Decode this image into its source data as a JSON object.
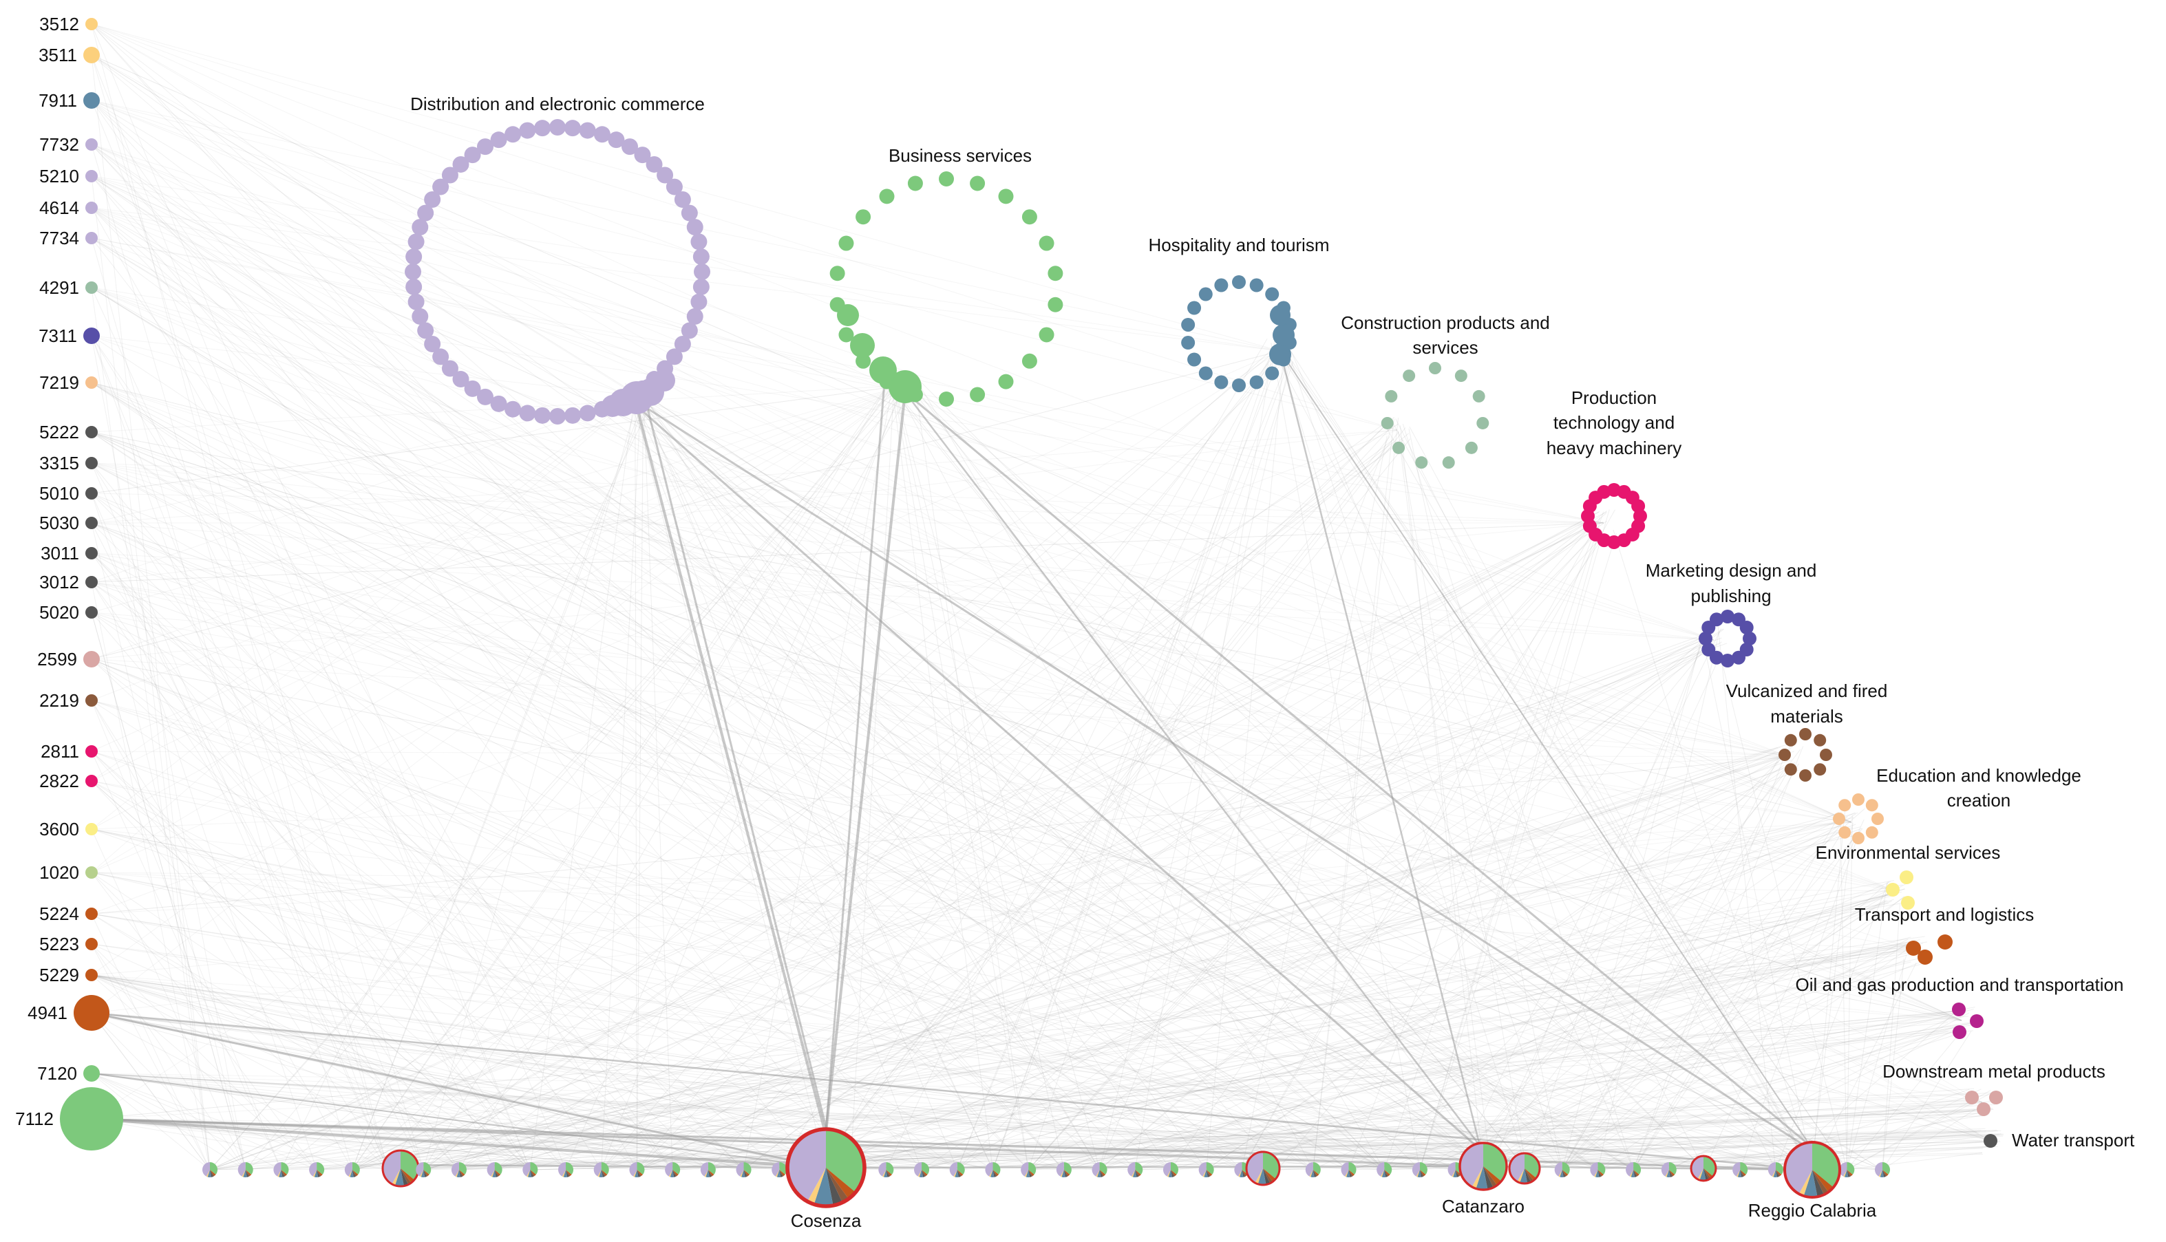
{
  "colors": {
    "distribution": "#bcaed6",
    "business": "#7dc97c",
    "hospitality": "#5f8aa6",
    "construction": "#99bfa5",
    "production": "#e7156e",
    "marketing": "#574fa8",
    "vulcanized": "#8b5a3c",
    "education": "#f6c08d",
    "environmental": "#fbee86",
    "transport": "#c2571a",
    "oilgas": "#b5228d",
    "metal": "#d9a6a4",
    "water": "#555555",
    "agri": "#b6d08c",
    "pale_orange": "#fcd07c",
    "edge": "#9a9a9a",
    "city_ring": "#d42a2a"
  },
  "left_nodes": [
    {
      "code": "3512",
      "color": "#fcd07c",
      "size": "s"
    },
    {
      "code": "3511",
      "color": "#fcd07c",
      "size": "m"
    },
    {
      "code": "7911",
      "color": "#5f8aa6",
      "size": "m"
    },
    {
      "code": "7732",
      "color": "#bcaed6",
      "size": "s"
    },
    {
      "code": "5210",
      "color": "#bcaed6",
      "size": "s"
    },
    {
      "code": "4614",
      "color": "#bcaed6",
      "size": "s"
    },
    {
      "code": "7734",
      "color": "#bcaed6",
      "size": "s"
    },
    {
      "code": "4291",
      "color": "#99bfa5",
      "size": "s"
    },
    {
      "code": "7311",
      "color": "#574fa8",
      "size": "m"
    },
    {
      "code": "7219",
      "color": "#f6c08d",
      "size": "s"
    },
    {
      "code": "5222",
      "color": "#555555",
      "size": "s"
    },
    {
      "code": "3315",
      "color": "#555555",
      "size": "s"
    },
    {
      "code": "5010",
      "color": "#555555",
      "size": "s"
    },
    {
      "code": "5030",
      "color": "#555555",
      "size": "s"
    },
    {
      "code": "3011",
      "color": "#555555",
      "size": "s"
    },
    {
      "code": "3012",
      "color": "#555555",
      "size": "s"
    },
    {
      "code": "5020",
      "color": "#555555",
      "size": "s"
    },
    {
      "code": "2599",
      "color": "#d9a6a4",
      "size": "m"
    },
    {
      "code": "2219",
      "color": "#8b5a3c",
      "size": "s"
    },
    {
      "code": "2811",
      "color": "#e7156e",
      "size": "s"
    },
    {
      "code": "2822",
      "color": "#e7156e",
      "size": "s"
    },
    {
      "code": "3600",
      "color": "#fbee86",
      "size": "s"
    },
    {
      "code": "1020",
      "color": "#b6d08c",
      "size": "s"
    },
    {
      "code": "5224",
      "color": "#c2571a",
      "size": "s"
    },
    {
      "code": "5223",
      "color": "#c2571a",
      "size": "s"
    },
    {
      "code": "5229",
      "color": "#c2571a",
      "size": "s"
    },
    {
      "code": "4941",
      "color": "#c2571a",
      "size": "l"
    },
    {
      "code": "7120",
      "color": "#7dc97c",
      "size": "m"
    },
    {
      "code": "7112",
      "color": "#7dc97c",
      "size": "xl"
    }
  ],
  "clusters": [
    {
      "key": "distribution",
      "label_lines": [
        "Distribution and electronic commerce"
      ],
      "color": "#bcaed6",
      "nodes": 60
    },
    {
      "key": "business",
      "label_lines": [
        "Business services"
      ],
      "color": "#7dc97c",
      "nodes": 22
    },
    {
      "key": "hospitality",
      "label_lines": [
        "Hospitality and tourism"
      ],
      "color": "#5f8aa6",
      "nodes": 18
    },
    {
      "key": "construction",
      "label_lines": [
        "Construction products and",
        "services"
      ],
      "color": "#99bfa5",
      "nodes": 11
    },
    {
      "key": "production",
      "label_lines": [
        "Production",
        "technology and",
        "heavy machinery"
      ],
      "color": "#e7156e",
      "nodes": 16
    },
    {
      "key": "marketing",
      "label_lines": [
        "Marketing design and",
        "publishing"
      ],
      "color": "#574fa8",
      "nodes": 12
    },
    {
      "key": "vulcanized",
      "label_lines": [
        "Vulcanized and fired",
        "materials"
      ],
      "color": "#8b5a3c",
      "nodes": 8
    },
    {
      "key": "education",
      "label_lines": [
        "Education and knowledge",
        "creation"
      ],
      "color": "#f6c08d",
      "nodes": 8
    },
    {
      "key": "environmental",
      "label_lines": [
        "Environmental services"
      ],
      "color": "#fbee86",
      "nodes": 3
    },
    {
      "key": "transport",
      "label_lines": [
        "Transport and logistics"
      ],
      "color": "#c2571a",
      "nodes": 3
    },
    {
      "key": "oilgas",
      "label_lines": [
        "Oil and gas production and transportation"
      ],
      "color": "#b5228d",
      "nodes": 3
    },
    {
      "key": "metal",
      "label_lines": [
        "Downstream metal products"
      ],
      "color": "#d9a6a4",
      "nodes": 3
    },
    {
      "key": "water",
      "label_lines": [
        "Water transport"
      ],
      "color": "#555555",
      "nodes": 1
    }
  ],
  "cities": [
    {
      "name": "Cosenza",
      "rank": "major"
    },
    {
      "name": "Catanzaro",
      "rank": "major"
    },
    {
      "name": "Reggio Calabria",
      "rank": "major"
    }
  ],
  "pie_shares": [
    {
      "color": "#7dc97c",
      "share": 0.36
    },
    {
      "color": "#c2571a",
      "share": 0.04
    },
    {
      "color": "#8b5a3c",
      "share": 0.03
    },
    {
      "color": "#555555",
      "share": 0.04
    },
    {
      "color": "#5f8aa6",
      "share": 0.08
    },
    {
      "color": "#fcd07c",
      "share": 0.03
    },
    {
      "color": "#bcaed6",
      "share": 0.42
    }
  ],
  "bottom_row_count": 48
}
